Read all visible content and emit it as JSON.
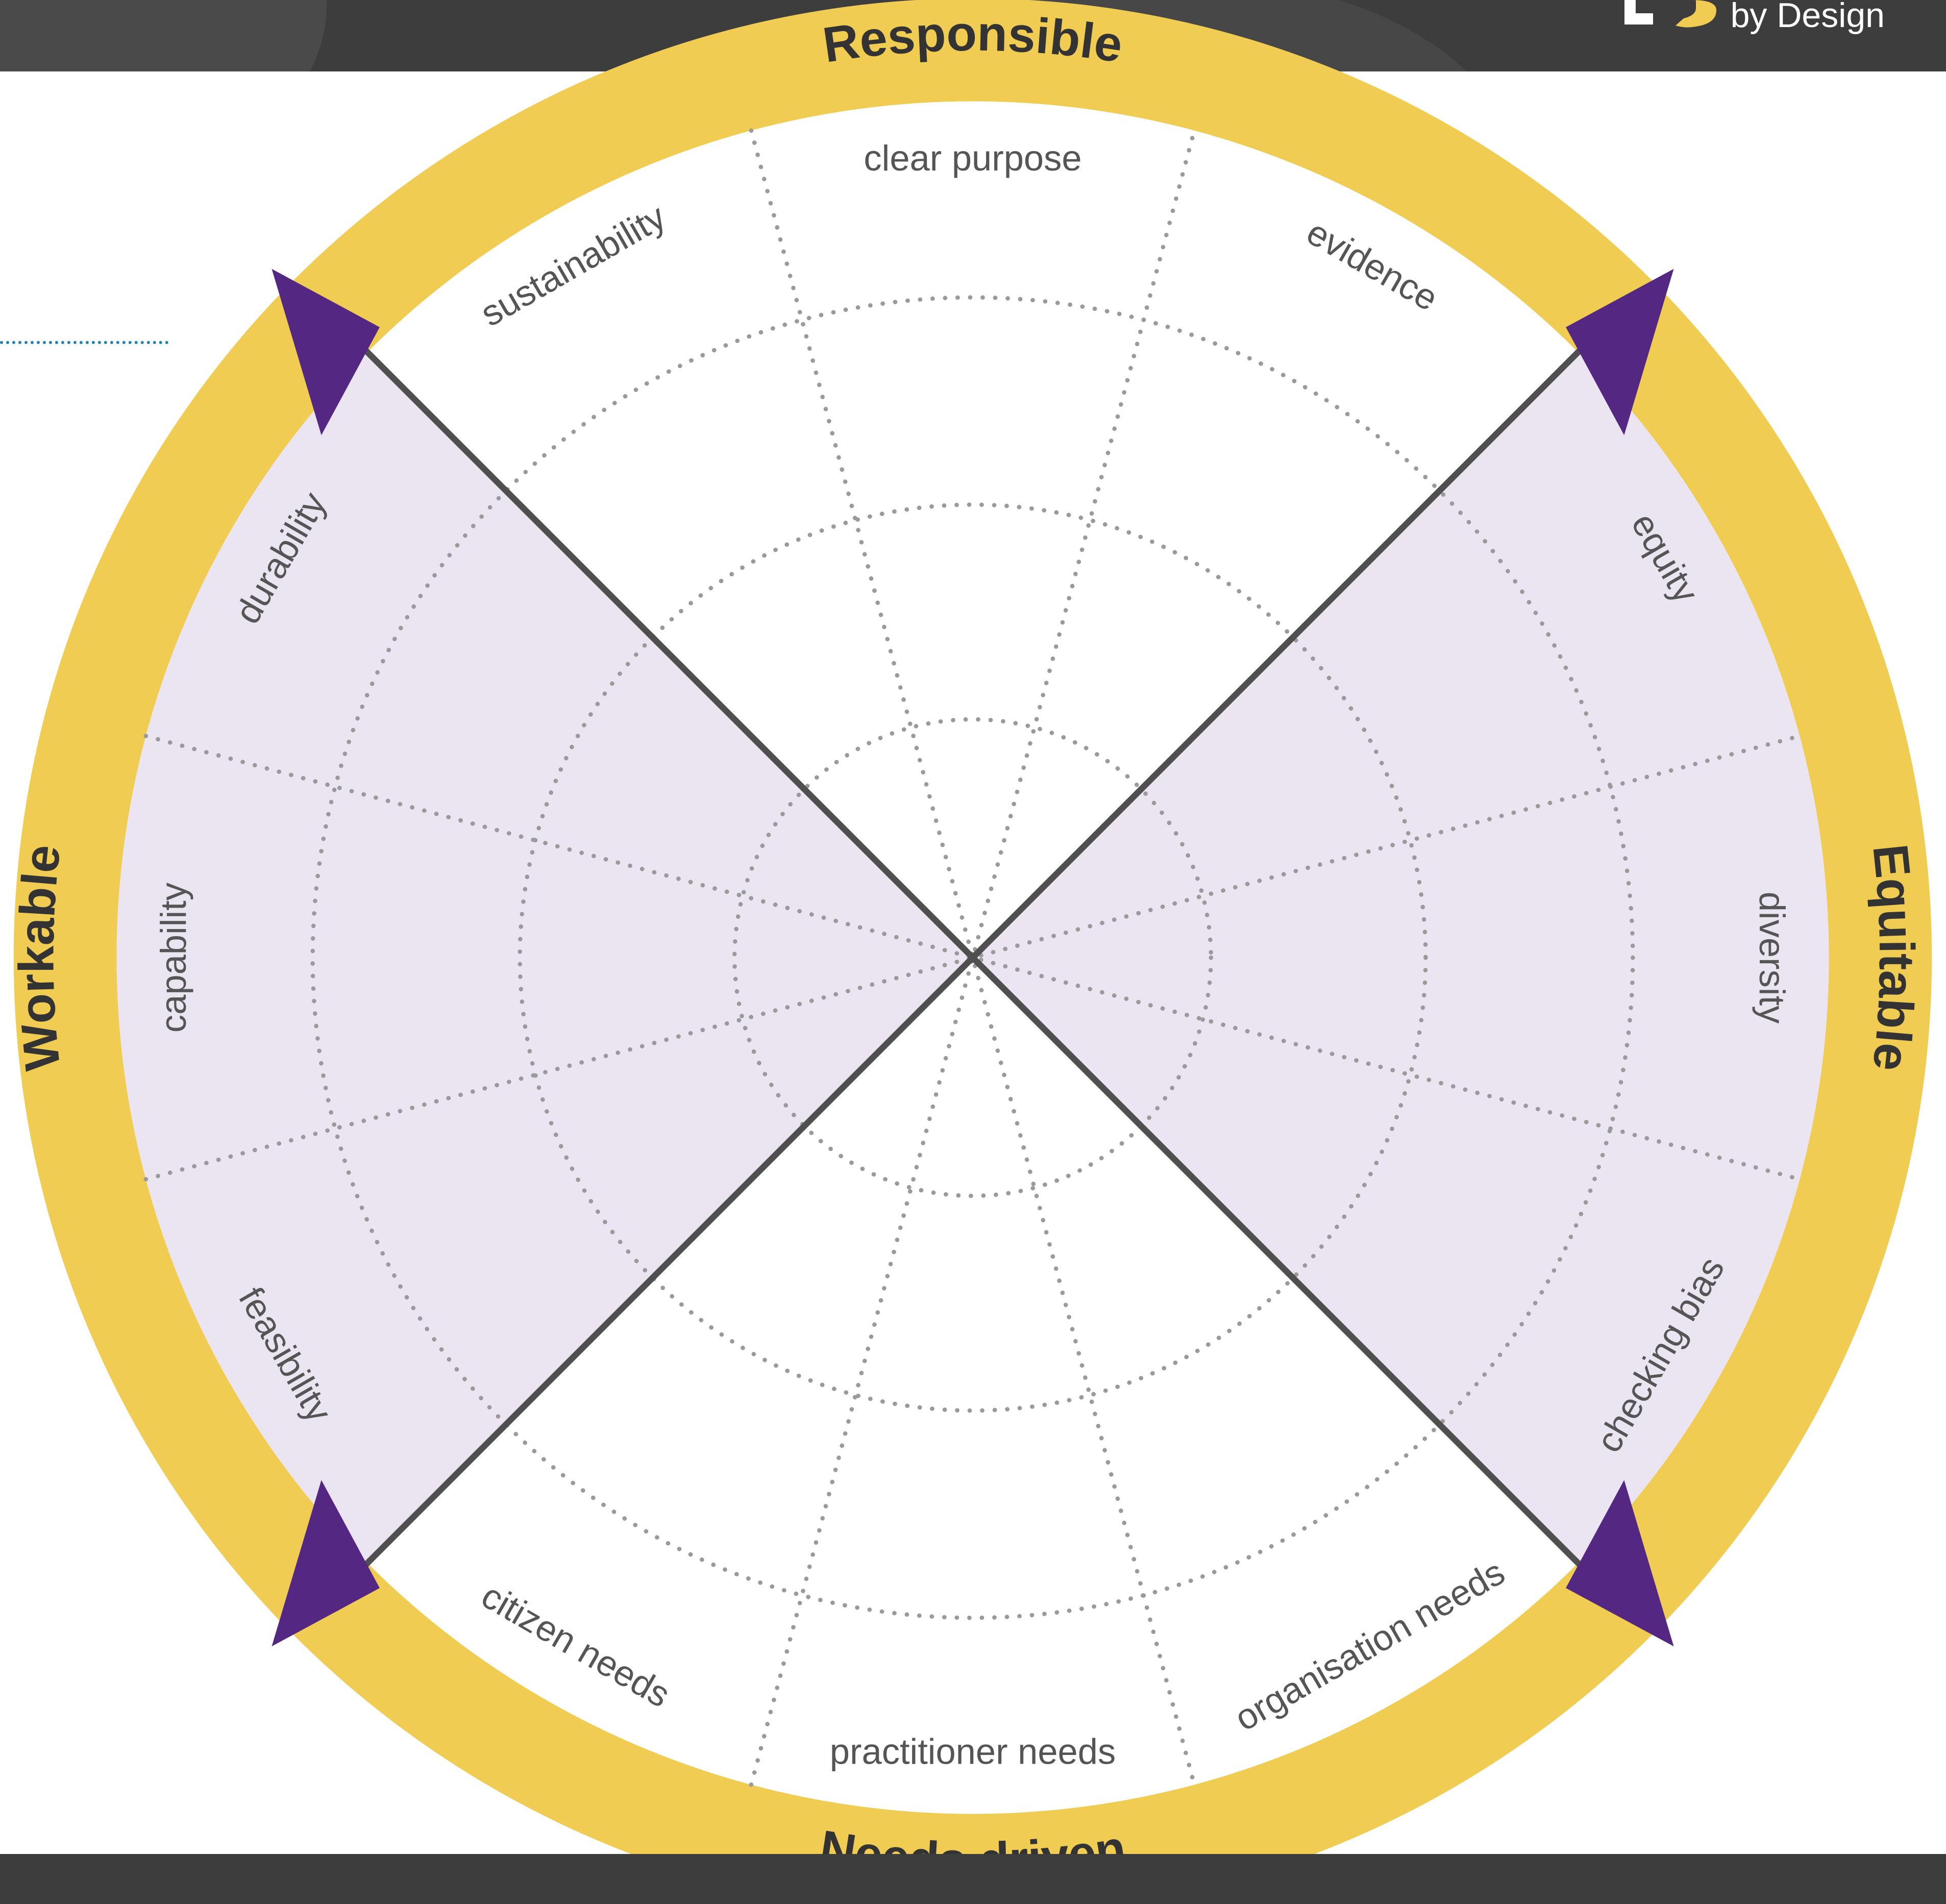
{
  "header": {
    "brand_line_2": "by Design"
  },
  "colors": {
    "ring": "#f0cc52",
    "wedge_shade": "#ebe4f1",
    "arrow": "#542782",
    "spoke": "#4f4f4f",
    "grid": "#9a9a9a",
    "bar": "#3d3d3d",
    "decoration": "#1f7fb8"
  },
  "pillars": {
    "top": "Responsible",
    "right": "Equitable",
    "bottom": "Needs driven",
    "left": "Workable"
  },
  "segments": {
    "clear_purpose": "clear purpose",
    "evidence": "evidence",
    "equity": "equity",
    "diversity": "diversity",
    "checking_bias": "checking bias",
    "organisation_needs": "organisation needs",
    "practitioner_needs": "practitioner needs",
    "citizen_needs": "citizen needs",
    "feasibility": "feasibility",
    "capability": "capability",
    "durability": "durability",
    "sustainability": "sustainability"
  },
  "icons": {
    "brand_logo": "brand-logo-icon",
    "arrowhead": "triangle-arrowhead-icon"
  }
}
